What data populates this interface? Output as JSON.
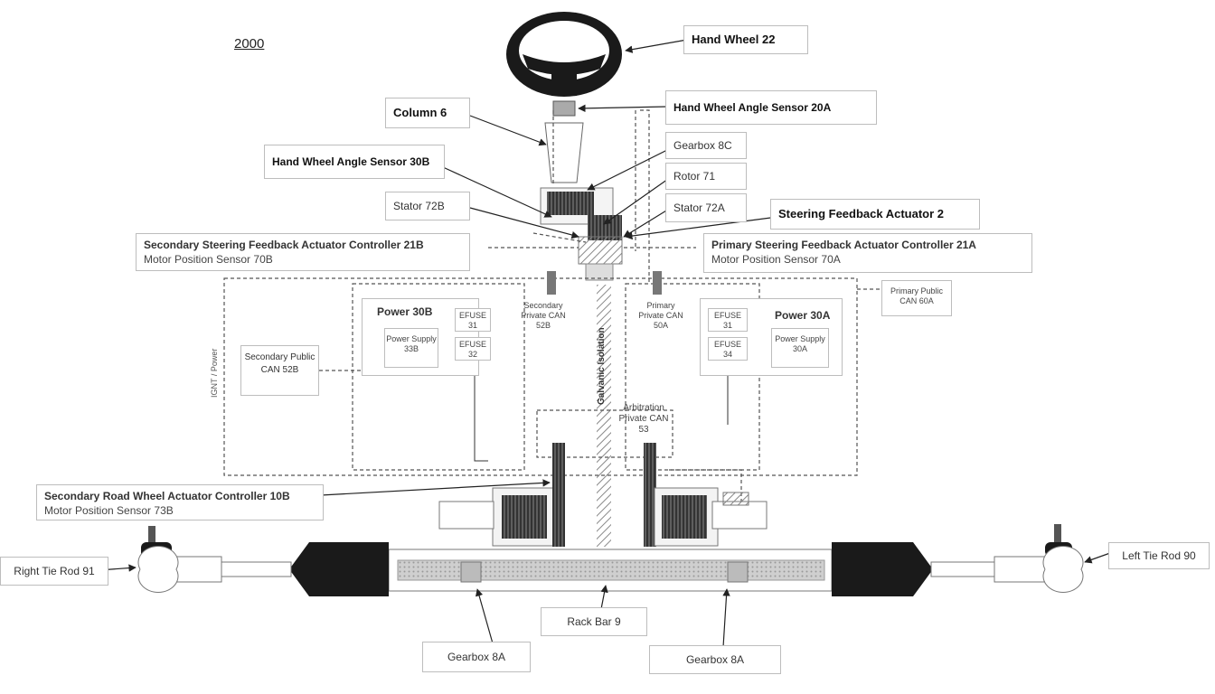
{
  "figure_number": "2000",
  "labels": {
    "hand_wheel": "Hand Wheel 22",
    "hand_wheel_angle_sensor_a": "Hand Wheel Angle Sensor 20A",
    "column": "Column 6",
    "gearbox_bc": "Gearbox 8C",
    "hand_wheel_angle_sensor_b": "Hand Wheel Angle Sensor 30B",
    "rotor": "Rotor 71",
    "stator_b": "Stator 72B",
    "stator_a": "Stator 72A",
    "steering_feedback_actuator": "Steering Feedback Actuator 2",
    "secondary_sfa_controller": "Secondary Steering Feedback Actuator Controller 21B",
    "secondary_motor_sensor": "Motor Position Sensor 70B",
    "primary_sfa_controller": "Primary Steering Feedback Actuator Controller 21A",
    "primary_motor_sensor": "Motor Position Sensor 70A",
    "primary_public_can": "Primary Public CAN 60A",
    "power_b": "Power 30B",
    "efuse_b1": "EFUSE 31",
    "efuse_b2": "EFUSE 32",
    "power_supply_b": "Power Supply 33B",
    "secondary_private_can": "Secondary Private CAN 52B",
    "primary_private_can": "Primary Private CAN 50A",
    "efuse_a1": "EFUSE 31",
    "efuse_a2": "EFUSE 34",
    "power_a": "Power 30A",
    "power_supply_a": "Power Supply 30A",
    "secondary_public_can": "Secondary Public CAN 52B",
    "galvanic_isolation": "Galvanic Isolation",
    "power_side_label": "IGNT / Power",
    "arbitration_can": "Arbitration Private CAN 53",
    "secondary_rwa_controller": "Secondary Road Wheel Actuator Controller 10B",
    "secondary_rwa_sensor": "Motor Position Sensor 73B",
    "right_tie_rod": "Right Tie Rod 91",
    "left_tie_rod": "Left Tie Rod 90",
    "rack_bar": "Rack Bar 9",
    "gearbox_ba_left": "Gearbox 8A",
    "gearbox_ba_right": "Gearbox 8A"
  }
}
